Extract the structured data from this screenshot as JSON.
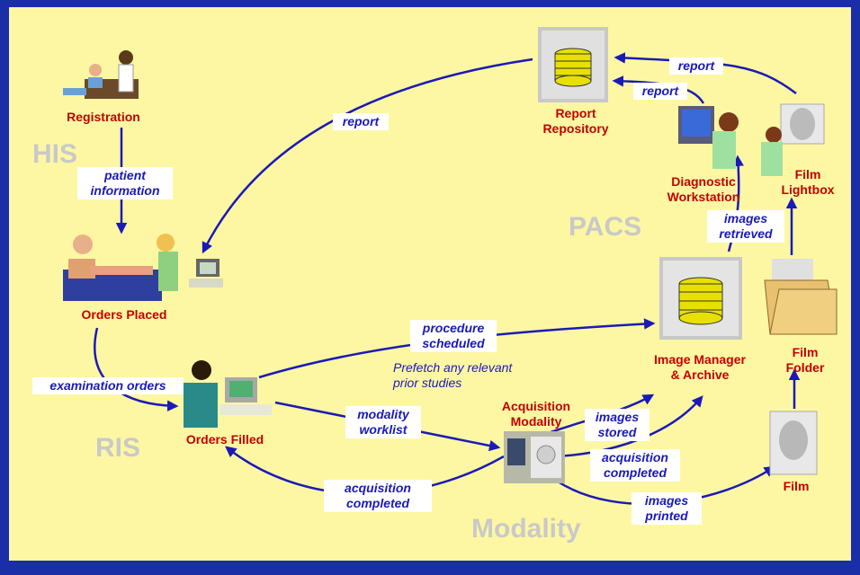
{
  "zones": {
    "his": "HIS",
    "ris": "RIS",
    "pacs": "PACS",
    "modality": "Modality"
  },
  "nodes": {
    "registration": "Registration",
    "orders_placed": "Orders Placed",
    "orders_filled": "Orders Filled",
    "report_repository": "Report\nRepository",
    "diagnostic_workstation": "Diagnostic\nWorkstation",
    "film_lightbox": "Film\nLightbox",
    "image_manager": "Image Manager\n& Archive",
    "film_folder": "Film\nFolder",
    "acquisition_modality": "Acquisition\nModality",
    "film": "Film"
  },
  "flows": {
    "patient_information": "patient\ninformation",
    "report_to_orders": "report",
    "report_from_lightbox": "report",
    "report_from_workstation": "report",
    "examination_orders": "examination orders",
    "procedure_scheduled": "procedure\nscheduled",
    "prefetch_note": "Prefetch any relevant\nprior studies",
    "modality_worklist": "modality\nworklist",
    "images_stored": "images\nstored",
    "acquisition_completed_pacs": "acquisition\ncompleted",
    "acquisition_completed_ris": "acquisition\ncompleted",
    "images_printed": "images\nprinted",
    "images_retrieved": "images\nretrieved"
  }
}
